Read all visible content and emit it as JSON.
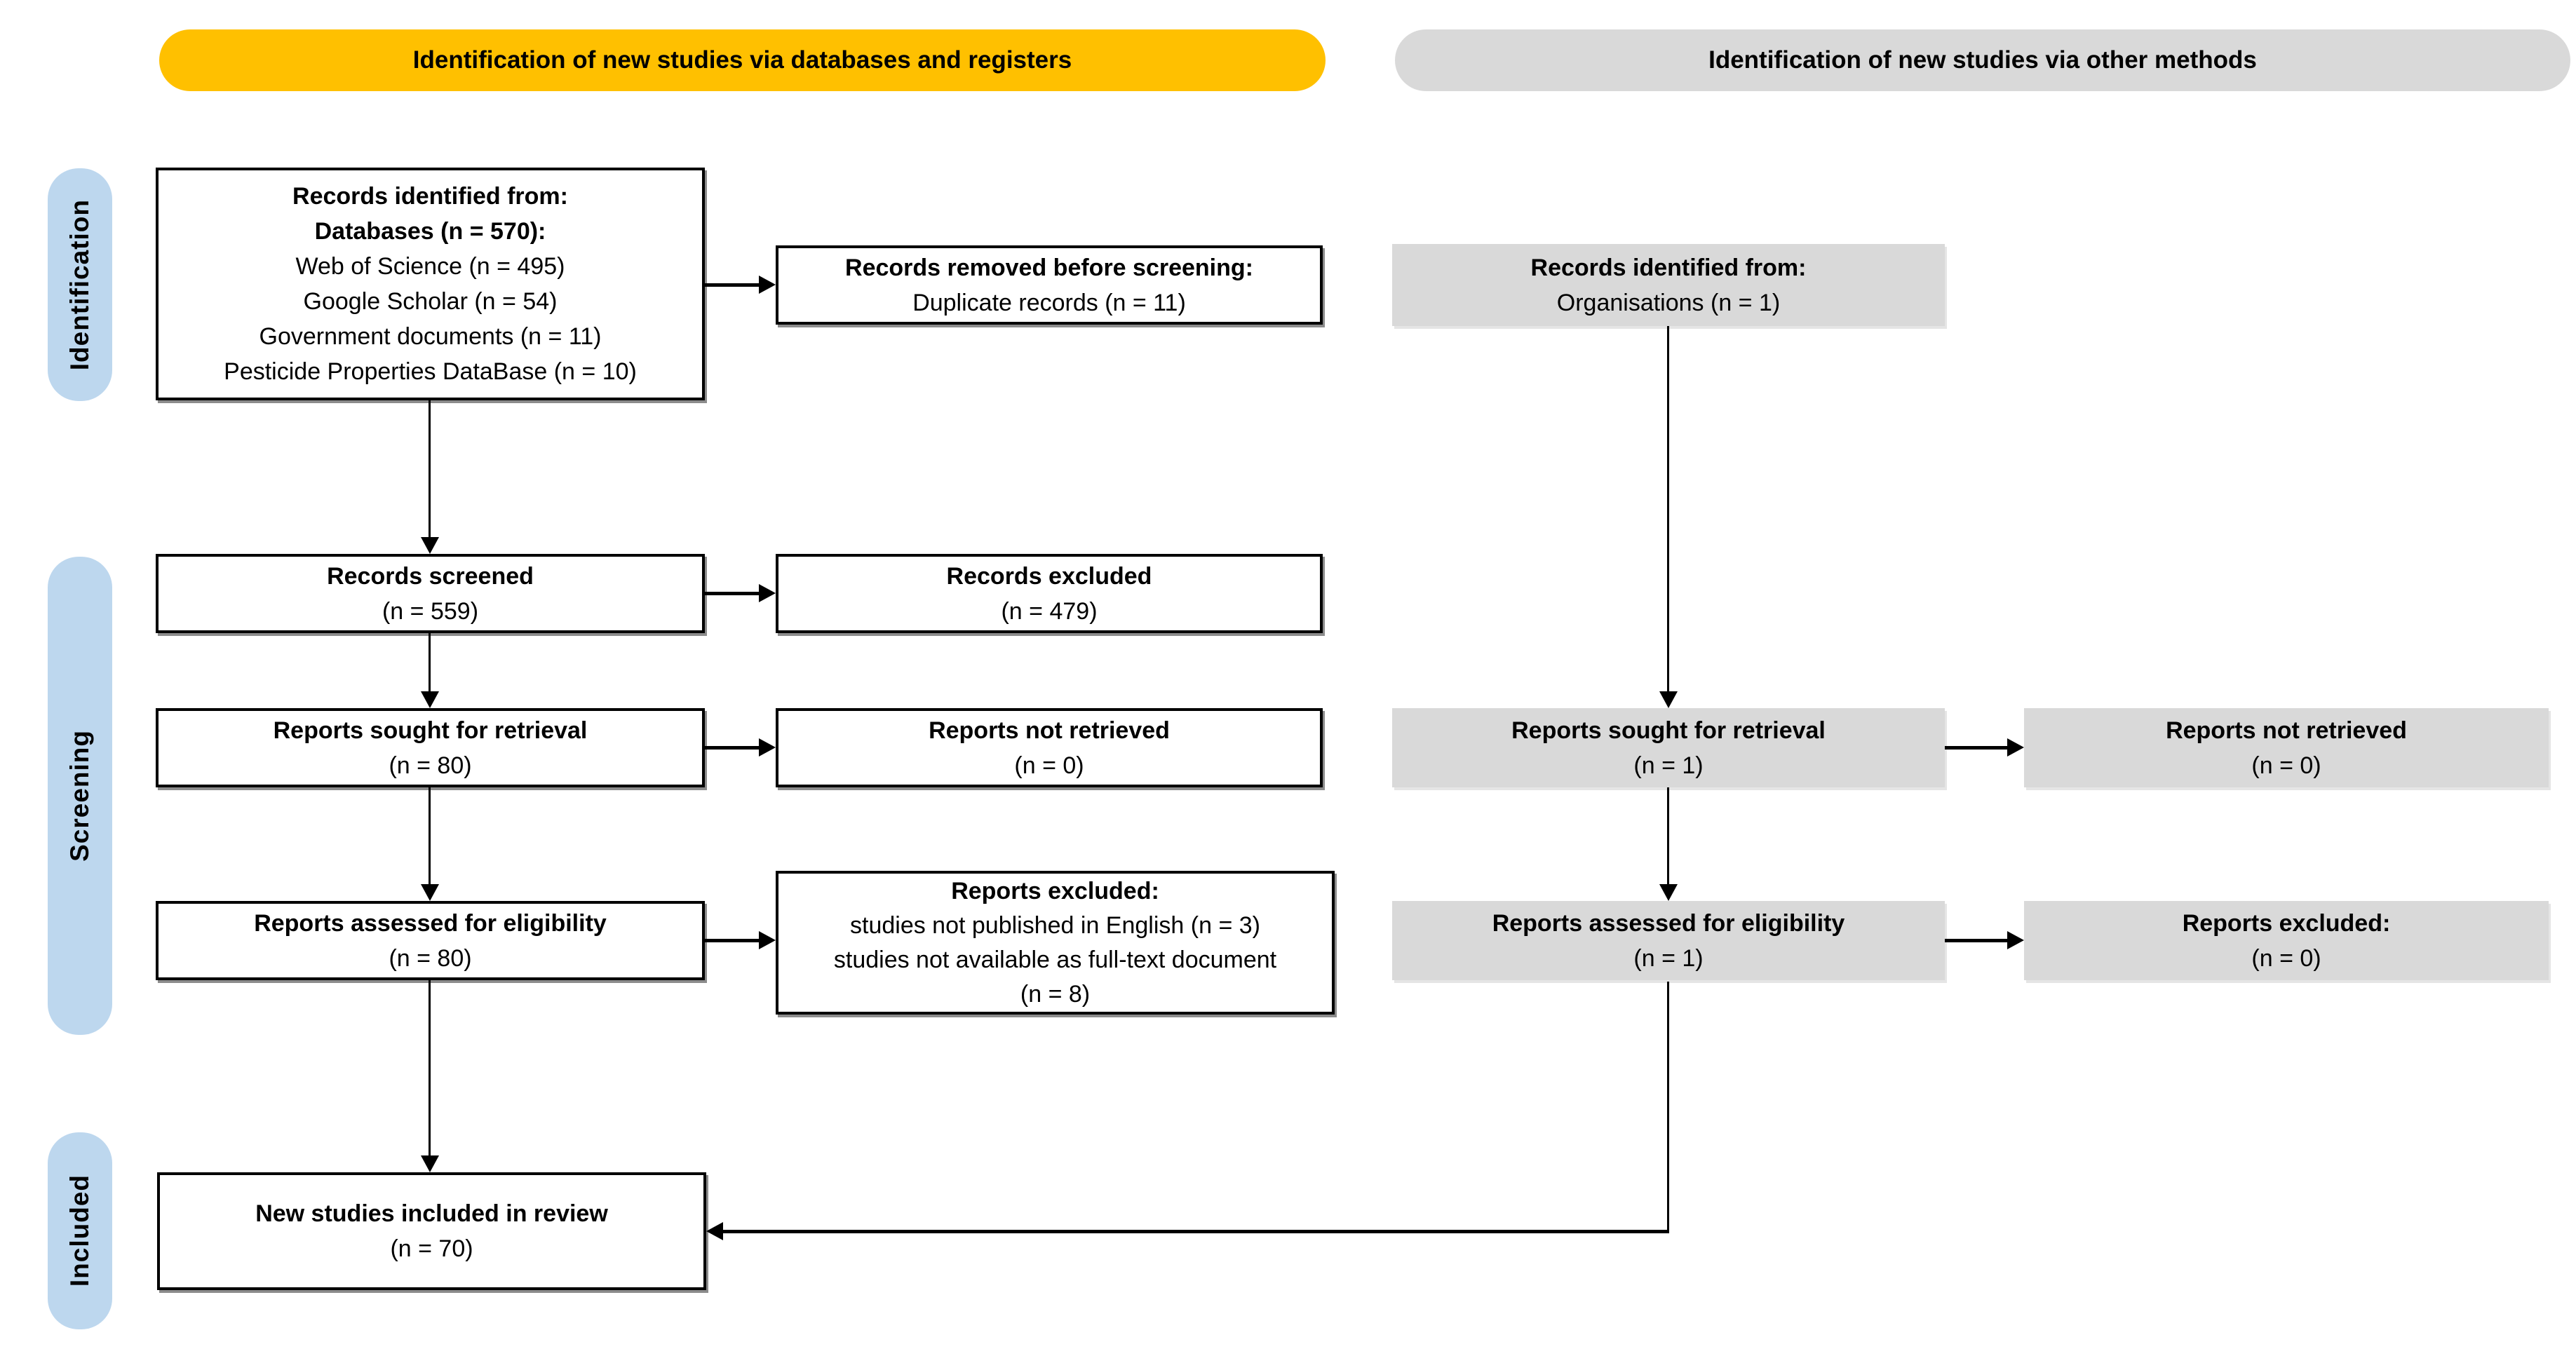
{
  "banners": {
    "databases": "Identification of new studies via databases and registers",
    "other": "Identification of new studies via other methods"
  },
  "stage_labels": {
    "identification": "Identification",
    "screening": "Screening",
    "included": "Included"
  },
  "colors": {
    "banner_databases": "#FFC000",
    "banner_other": "#D9D9D9",
    "stage_pill": "#BDD7EE",
    "other_method_box_fill": "#D9D9D9",
    "box_border": "#000000",
    "background": "#FFFFFF"
  },
  "boxes": {
    "db_identified": {
      "title": "Records identified from:",
      "subtitle": "Databases (n = 570):",
      "items": [
        "Web of Science (n = 495)",
        "Google Scholar (n = 54)",
        "Government documents (n = 11)",
        "Pesticide Properties DataBase (n = 10)"
      ]
    },
    "removed_before_screening": {
      "title": "Records removed before screening:",
      "items": [
        "Duplicate records (n = 11)"
      ]
    },
    "org_identified": {
      "title": "Records identified from:",
      "items": [
        "Organisations (n = 1)"
      ]
    },
    "records_screened": {
      "title": "Records screened",
      "count": "(n = 559)"
    },
    "records_excluded": {
      "title": "Records excluded",
      "count": "(n = 479)"
    },
    "reports_sought_databases": {
      "title": "Reports sought for retrieval",
      "count": "(n = 80)"
    },
    "reports_not_retrieved_databases": {
      "title": "Reports not retrieved",
      "count": "(n = 0)"
    },
    "reports_sought_other": {
      "title": "Reports sought for retrieval",
      "count": "(n = 1)"
    },
    "reports_not_retrieved_other": {
      "title": "Reports not retrieved",
      "count": "(n = 0)"
    },
    "reports_assessed_databases": {
      "title": "Reports assessed for eligibility",
      "count": "(n = 80)"
    },
    "reports_excluded_databases": {
      "title": "Reports excluded:",
      "items": [
        "studies not published in English (n = 3)",
        "studies not available as full-text document",
        "(n = 8)"
      ]
    },
    "reports_assessed_other": {
      "title": "Reports assessed for eligibility",
      "count": "(n = 1)"
    },
    "reports_excluded_other": {
      "title": "Reports excluded:",
      "count": "(n = 0)"
    },
    "included": {
      "title": "New studies included in review",
      "count": "(n = 70)"
    }
  }
}
